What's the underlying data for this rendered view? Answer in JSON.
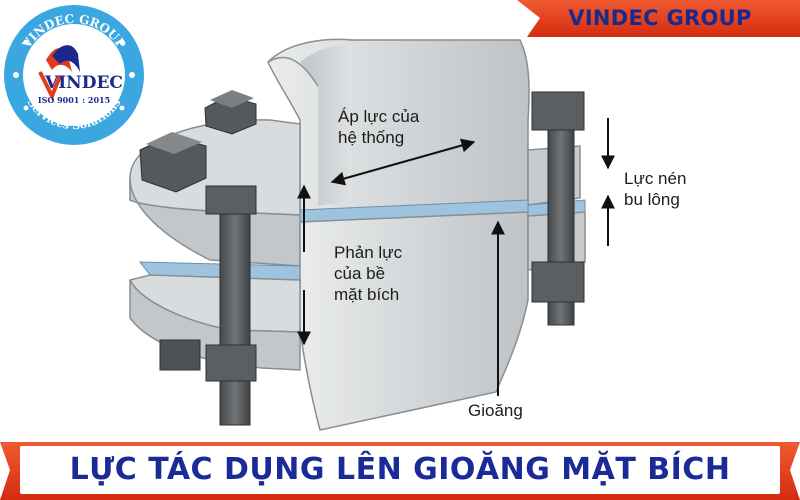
{
  "brand": {
    "banner_text": "VINDEC GROUP",
    "logo": {
      "ring_top": "VINDEC GROUP",
      "ring_bottom": "Services Solutions",
      "name": "VINDEC",
      "iso": "ISO 9001 : 2015"
    }
  },
  "diagram": {
    "labels": {
      "system_pressure": "Áp lực của\nhệ thống",
      "bolt_force": "Lực nén\nbu lông",
      "flange_reaction": "Phản lực\ncủa bề\nmặt bích",
      "gasket": "Gioăng"
    }
  },
  "title": "LỰC TÁC DỤNG LÊN GIOĂNG MẶT BÍCH",
  "colors": {
    "title_band": "#e23a1c",
    "title_text": "#1a2a96",
    "brand_text": "#1b2a8a",
    "logo_ring": "#3aa7e0",
    "metal": "#c9ccce",
    "bolt": "#5d6163",
    "gasket": "#8fb8d8"
  }
}
